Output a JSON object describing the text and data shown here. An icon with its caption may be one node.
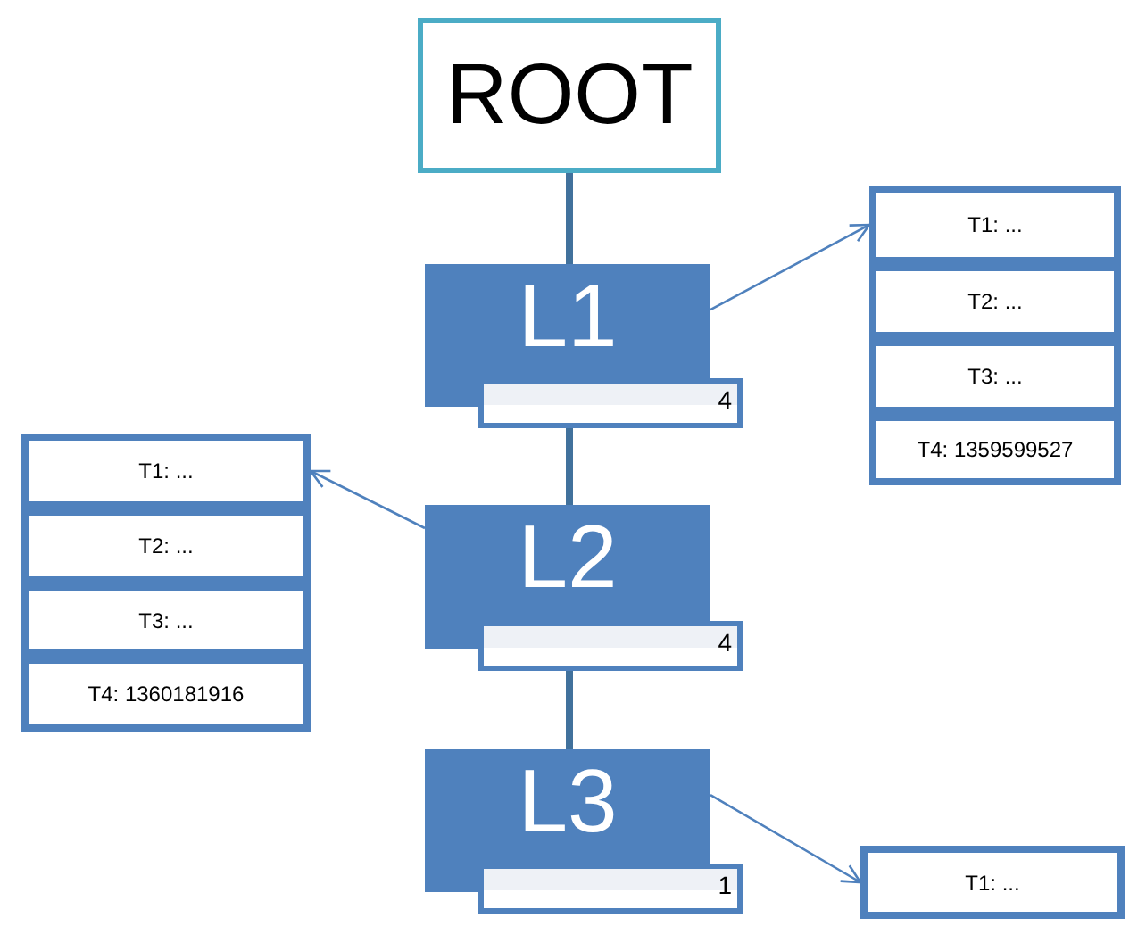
{
  "diagram": {
    "nodes": [
      {
        "text": [
          "ROOT"
        ]
      },
      {
        "text": [
          "L1"
        ]
      },
      {
        "text": [
          "4"
        ]
      },
      {
        "text": [
          "T1: ..."
        ]
      },
      {
        "text": [
          "T2: ..."
        ]
      },
      {
        "text": [
          "T3: ..."
        ]
      },
      {
        "text": [
          "T4: 1359599527"
        ]
      },
      {
        "text": [
          "L2"
        ]
      },
      {
        "text": [
          "4"
        ]
      },
      {
        "text": [
          "T1: ..."
        ]
      },
      {
        "text": [
          "T2: ..."
        ]
      },
      {
        "text": [
          "T3: ..."
        ]
      },
      {
        "text": [
          "T4: 1360181916"
        ]
      },
      {
        "text": [
          "L3"
        ]
      },
      {
        "text": [
          "1"
        ]
      },
      {
        "text": [
          "T1: ..."
        ]
      }
    ],
    "edges": [
      {
        "from": 0,
        "to": 1,
        "arrow": "none",
        "style": "thick"
      },
      {
        "from": 2,
        "to": 7,
        "arrow": "none",
        "style": "thick"
      },
      {
        "from": 8,
        "to": 13,
        "arrow": "none",
        "style": "thick"
      },
      {
        "from": 1,
        "to": 3,
        "arrow": "to"
      },
      {
        "from": 7,
        "to": 9,
        "arrow": "to"
      },
      {
        "from": 13,
        "to": 15,
        "arrow": "to"
      }
    ]
  }
}
